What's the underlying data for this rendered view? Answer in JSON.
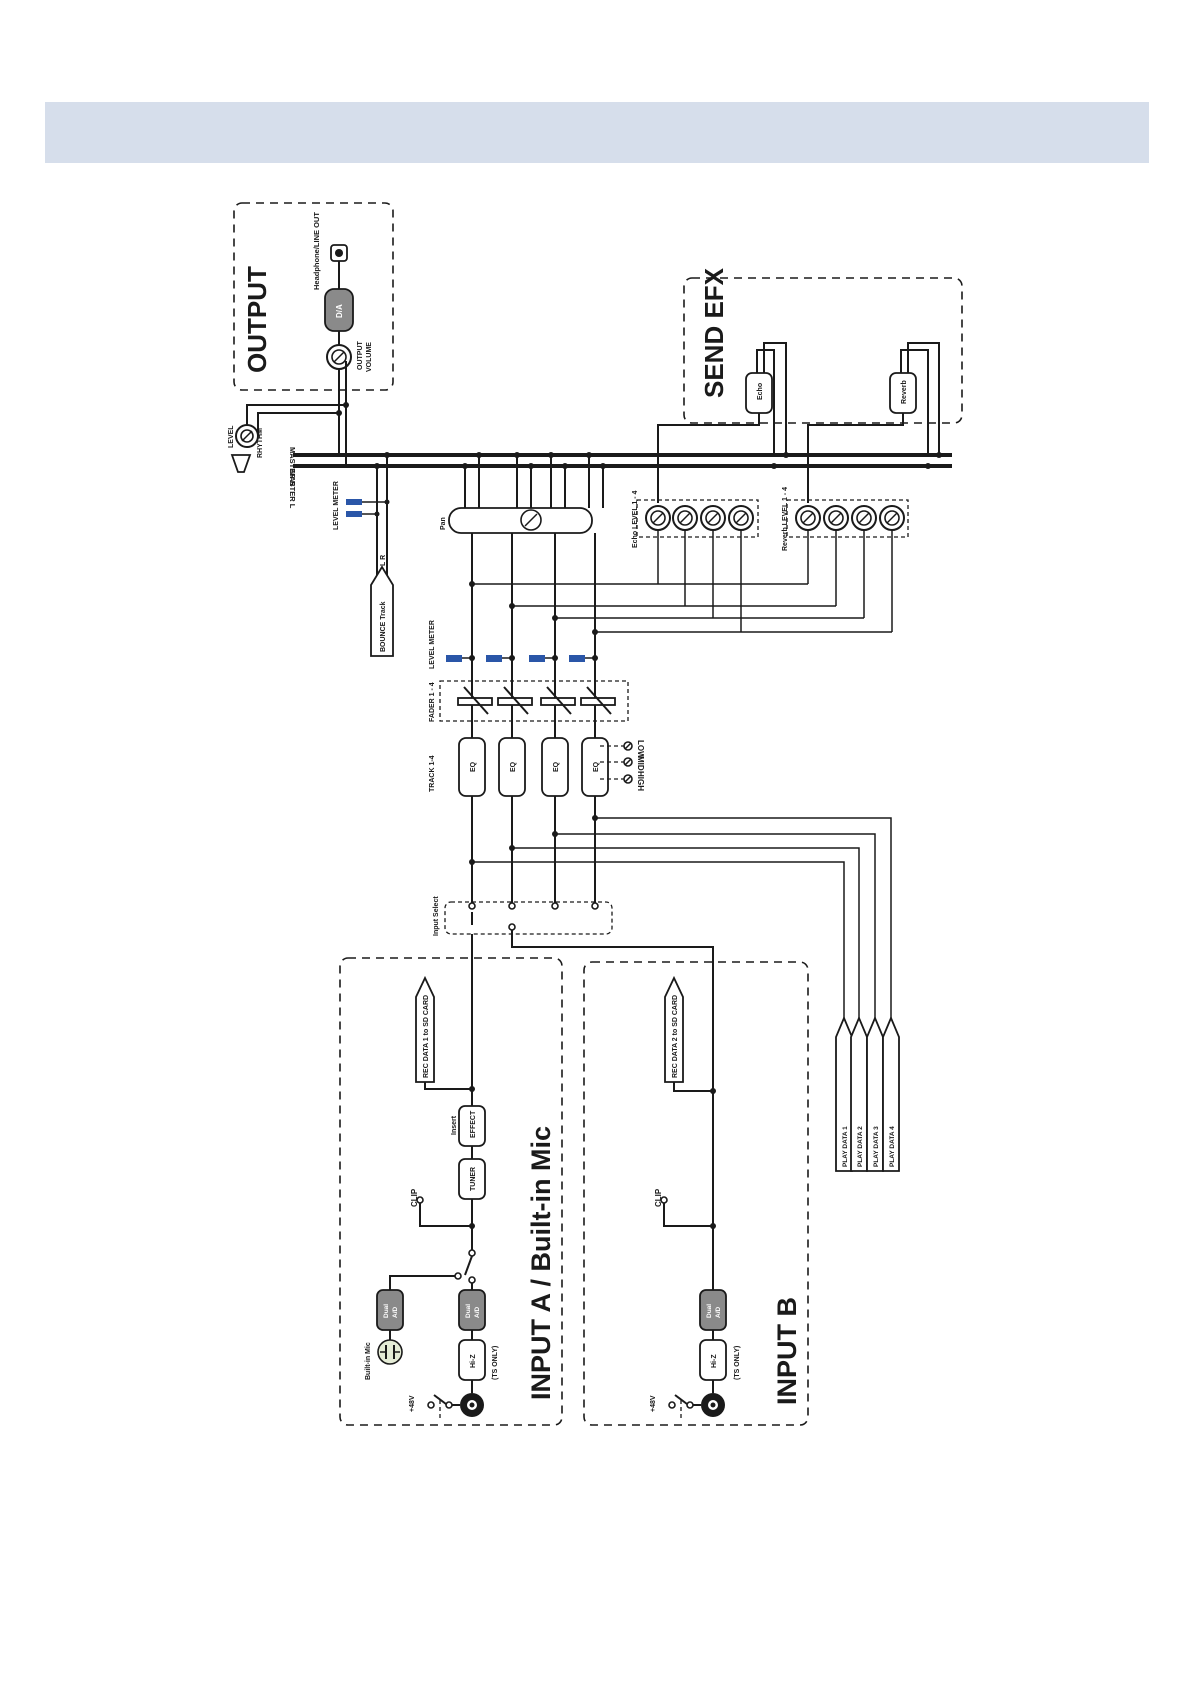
{
  "colors": {
    "header_band": "#d6deeb",
    "meter_blue": "#2a56a8",
    "block_gray": "#8a8a8a",
    "mic_fill": "#e5ecd6"
  },
  "icons": [
    "headphone-jack-icon",
    "xlr-combo-jack-icon",
    "built-in-mic-icon",
    "knob-icon",
    "fader-icon",
    "switch-icon",
    "speaker-icon"
  ],
  "sections": {
    "output": "OUTPUT",
    "send_efx": "SEND EFX",
    "input_a": "INPUT A / Built-in Mic",
    "input_b": "INPUT B"
  },
  "output": {
    "jack_label": "Headphone/LINE OUT",
    "da_label": "D/A",
    "volume_label_1": "OUTPUT",
    "volume_label_2": "VOLUME"
  },
  "master": {
    "r_label": "MASTER R",
    "l_label": "MASTER L",
    "rhythm_label": "RHYTHM",
    "level_label": "LEVEL",
    "level_meter_label": "LEVEL METER",
    "lr_label": "L  R",
    "bounce_label": "BOUNCE Track"
  },
  "efx": {
    "echo": "Echo",
    "reverb": "Reverb",
    "echo_level": "Echo LEVEL 1 - 4",
    "reverb_level": "Reverb LEVEL 1 - 4"
  },
  "mixer": {
    "pan": "Pan",
    "track": "TRACK 1-4",
    "fader": "FADER 1 - 4",
    "level_meter": "LEVEL METER",
    "eq": [
      "EQ",
      "EQ",
      "EQ",
      "EQ"
    ],
    "eq_bands": [
      "LOW",
      "MID",
      "HIGH"
    ],
    "input_select": "Input Select",
    "play_data": [
      "PLAY DATA 1",
      "PLAY DATA 2",
      "PLAY DATA 3",
      "PLAY DATA 4"
    ]
  },
  "input_a": {
    "rec_data": "REC DATA 1 to SD CARD",
    "insert": "Insert",
    "effect": "EFFECT",
    "tuner": "TUNER",
    "clip": "CLIP",
    "dual_ad_1": "Dual",
    "dual_ad_2": "A/D",
    "builtin_mic": "Built-in Mic",
    "hiz": "Hi-Z",
    "ts_only": "(TS ONLY)",
    "phantom": "+48V"
  },
  "input_b": {
    "rec_data": "REC DATA 2 to SD CARD",
    "clip": "CLIP",
    "dual_ad_1": "Dual",
    "dual_ad_2": "A/D",
    "hiz": "Hi-Z",
    "ts_only": "(TS ONLY)",
    "phantom": "+48V"
  }
}
